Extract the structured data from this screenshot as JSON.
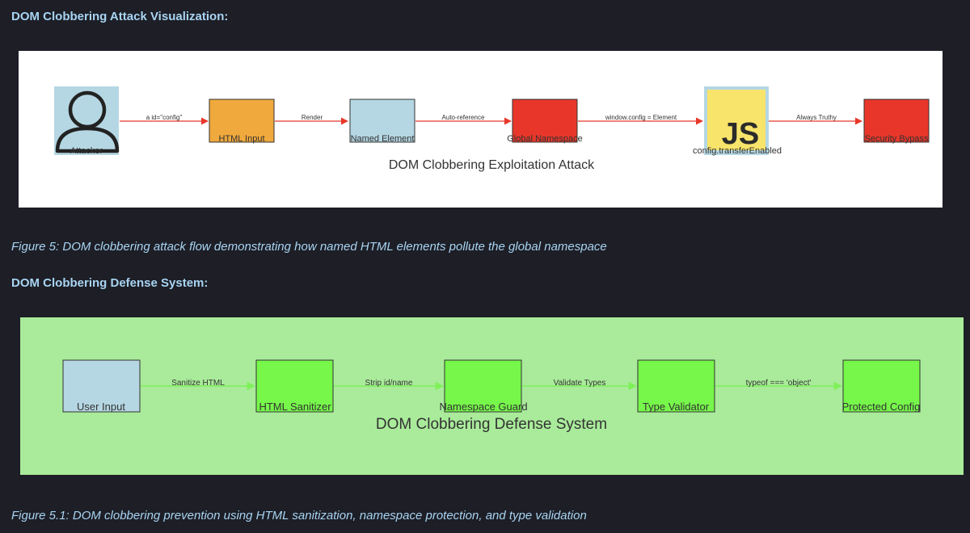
{
  "attack": {
    "heading": "DOM Clobbering Attack Visualization:",
    "diagram_title": "DOM Clobbering Exploitation Attack",
    "caption": "Figure 5: DOM clobbering attack flow demonstrating how named HTML elements pollute the global namespace",
    "nodes": {
      "attacker": "Attacker",
      "html_input": "HTML Input",
      "named_element": "Named Element",
      "global_namespace": "Global Namespace",
      "js_glyph": "JS",
      "config_transfer": "config.transferEnabled",
      "security_bypass": "Security Bypass"
    },
    "edges": {
      "e1": "a id=\"config\"",
      "e2": "Render",
      "e3": "Auto-reference",
      "e4": "window.config = Element",
      "e5": "Always Truthy"
    },
    "colors": {
      "panel_bg": "#ffffff",
      "arrow": "#e8372a",
      "orange": "#f0a93c",
      "blue": "#b5d7e3",
      "red": "#e8372a",
      "js_yellow": "#f8e46a"
    },
    "icons": [
      "user-icon",
      "javascript-icon"
    ]
  },
  "defense": {
    "heading": "DOM Clobbering Defense System:",
    "diagram_title": "DOM Clobbering Defense System",
    "caption": "Figure 5.1: DOM clobbering prevention using HTML sanitization, namespace protection, and type validation",
    "nodes": {
      "user_input": "User Input",
      "html_sanitizer": "HTML Sanitizer",
      "namespace_guard": "Namespace Guard",
      "type_validator": "Type Validator",
      "protected_config": "Protected Config"
    },
    "edges": {
      "e1": "Sanitize HTML",
      "e2": "Strip id/name",
      "e3": "Validate Types",
      "e4": "typeof === 'object'"
    },
    "colors": {
      "panel_bg": "#a9eb9a",
      "arrow": "#7ef05a",
      "node_green": "#76f74a",
      "blue": "#b5d7e3"
    }
  }
}
